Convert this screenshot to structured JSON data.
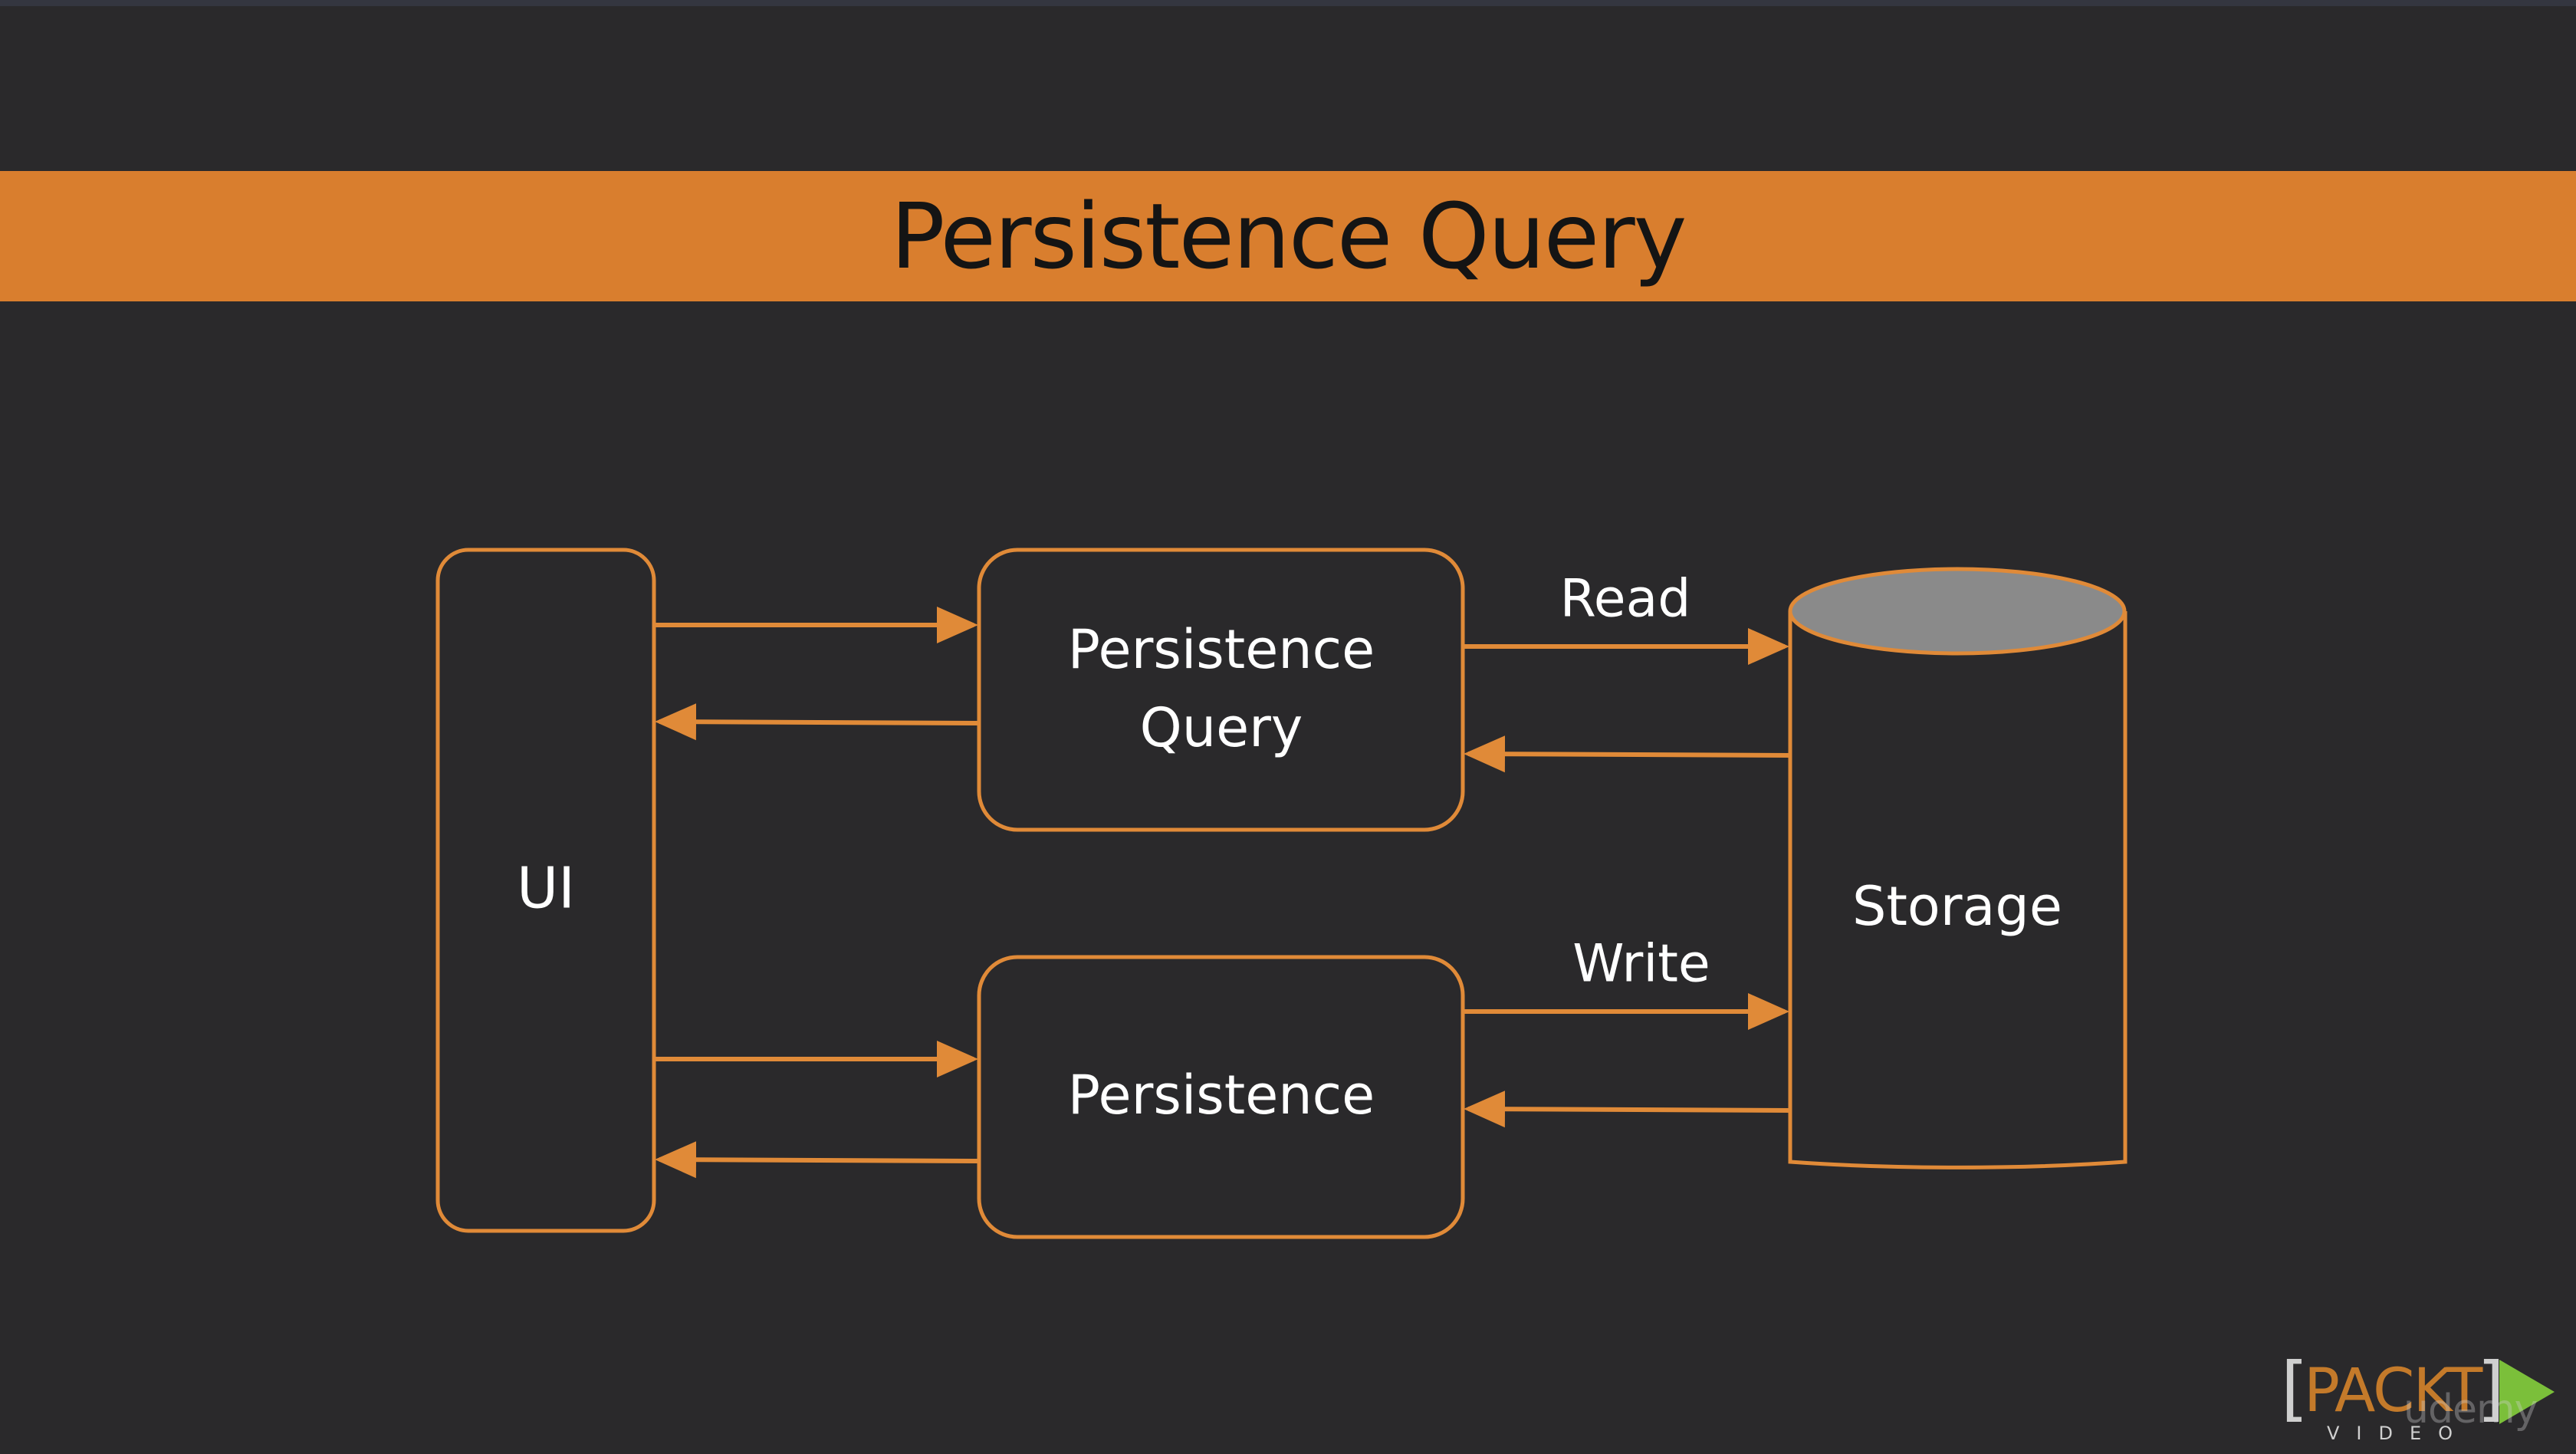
{
  "slide": {
    "title": "Persistence Query",
    "accent_color": "#d97e2e",
    "background_color": "#2a292b"
  },
  "diagram": {
    "nodes": {
      "ui": "UI",
      "persistence_query_line1": "Persistence",
      "persistence_query_line2": "Query",
      "persistence": "Persistence",
      "storage": "Storage"
    },
    "edge_labels": {
      "read": "Read",
      "write": "Write"
    }
  },
  "branding": {
    "publisher_word": "PACKT",
    "publisher_sub": "VIDEO",
    "watermark": "udemy"
  }
}
